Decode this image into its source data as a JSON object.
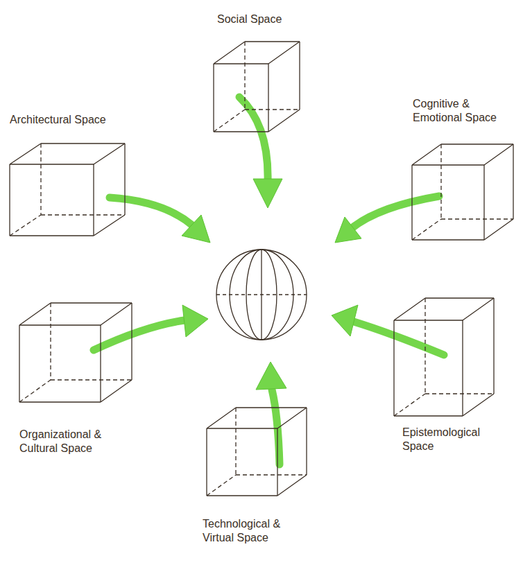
{
  "diagram": {
    "nodes": [
      {
        "text": [
          "Social Space"
        ]
      },
      {
        "text": [
          "Architectural Space"
        ]
      },
      {
        "text": [
          "Cognitive & Emotional Space"
        ]
      },
      {
        "text": [
          "Organizational & Cultural Space"
        ]
      },
      {
        "text": [
          "Epistemological Space"
        ]
      },
      {
        "text": [
          "Technological & Virtual Space"
        ]
      }
    ]
  }
}
